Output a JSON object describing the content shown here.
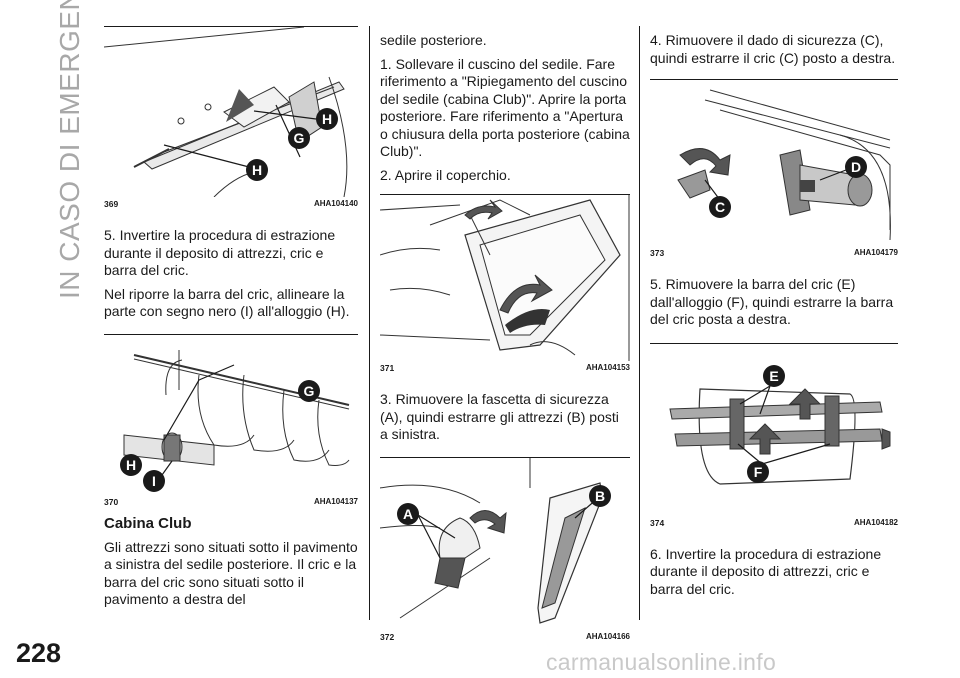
{
  "section_title": "IN CASO DI EMERGENZA",
  "page_number": "228",
  "watermark": "carmanualsonline.info",
  "figures": {
    "f369": {
      "num": "369",
      "code": "AHA104140",
      "labels": [
        "H",
        "G",
        "H"
      ]
    },
    "f370": {
      "num": "370",
      "code": "AHA104137",
      "labels": [
        "H",
        "I",
        "G"
      ]
    },
    "f371": {
      "num": "371",
      "code": "AHA104153"
    },
    "f372": {
      "num": "372",
      "code": "AHA104166",
      "labels": [
        "A",
        "B"
      ]
    },
    "f373": {
      "num": "373",
      "code": "AHA104179",
      "labels": [
        "D",
        "C"
      ]
    },
    "f374": {
      "num": "374",
      "code": "AHA104182",
      "labels": [
        "E",
        "F"
      ]
    }
  },
  "text": {
    "p1": "5. Invertire la procedura di estrazione durante il deposito di attrezzi, cric e barra del cric.",
    "p2": "Nel riporre la barra del cric, allineare la parte con segno nero (I) all'alloggio (H).",
    "heading": "Cabina Club",
    "p3": "Gli attrezzi sono situati sotto il pavimento a sinistra del sedile posteriore. Il cric e la barra del cric sono situati sotto il pavimento a destra del",
    "p4": "sedile posteriore.",
    "p5": "1. Sollevare il cuscino del sedile. Fare riferimento a \"Ripiegamento del cuscino del sedile (cabina Club)\". Aprire la porta posteriore. Fare riferimento a \"Apertura o chiusura della porta posteriore (cabina Club)\".",
    "p6": "2. Aprire il coperchio.",
    "p7": "3. Rimuovere la fascetta di sicurezza (A), quindi estrarre gli attrezzi (B) posti a sinistra.",
    "p8": "4. Rimuovere il dado di sicurezza (C), quindi estrarre il cric (C) posto a destra.",
    "p9": "5. Rimuovere la barra del cric (E) dall'alloggio (F), quindi estrarre la barra del cric posta a destra.",
    "p10": "6. Invertire la procedura di estrazione durante il deposito di attrezzi, cric e barra del cric."
  }
}
